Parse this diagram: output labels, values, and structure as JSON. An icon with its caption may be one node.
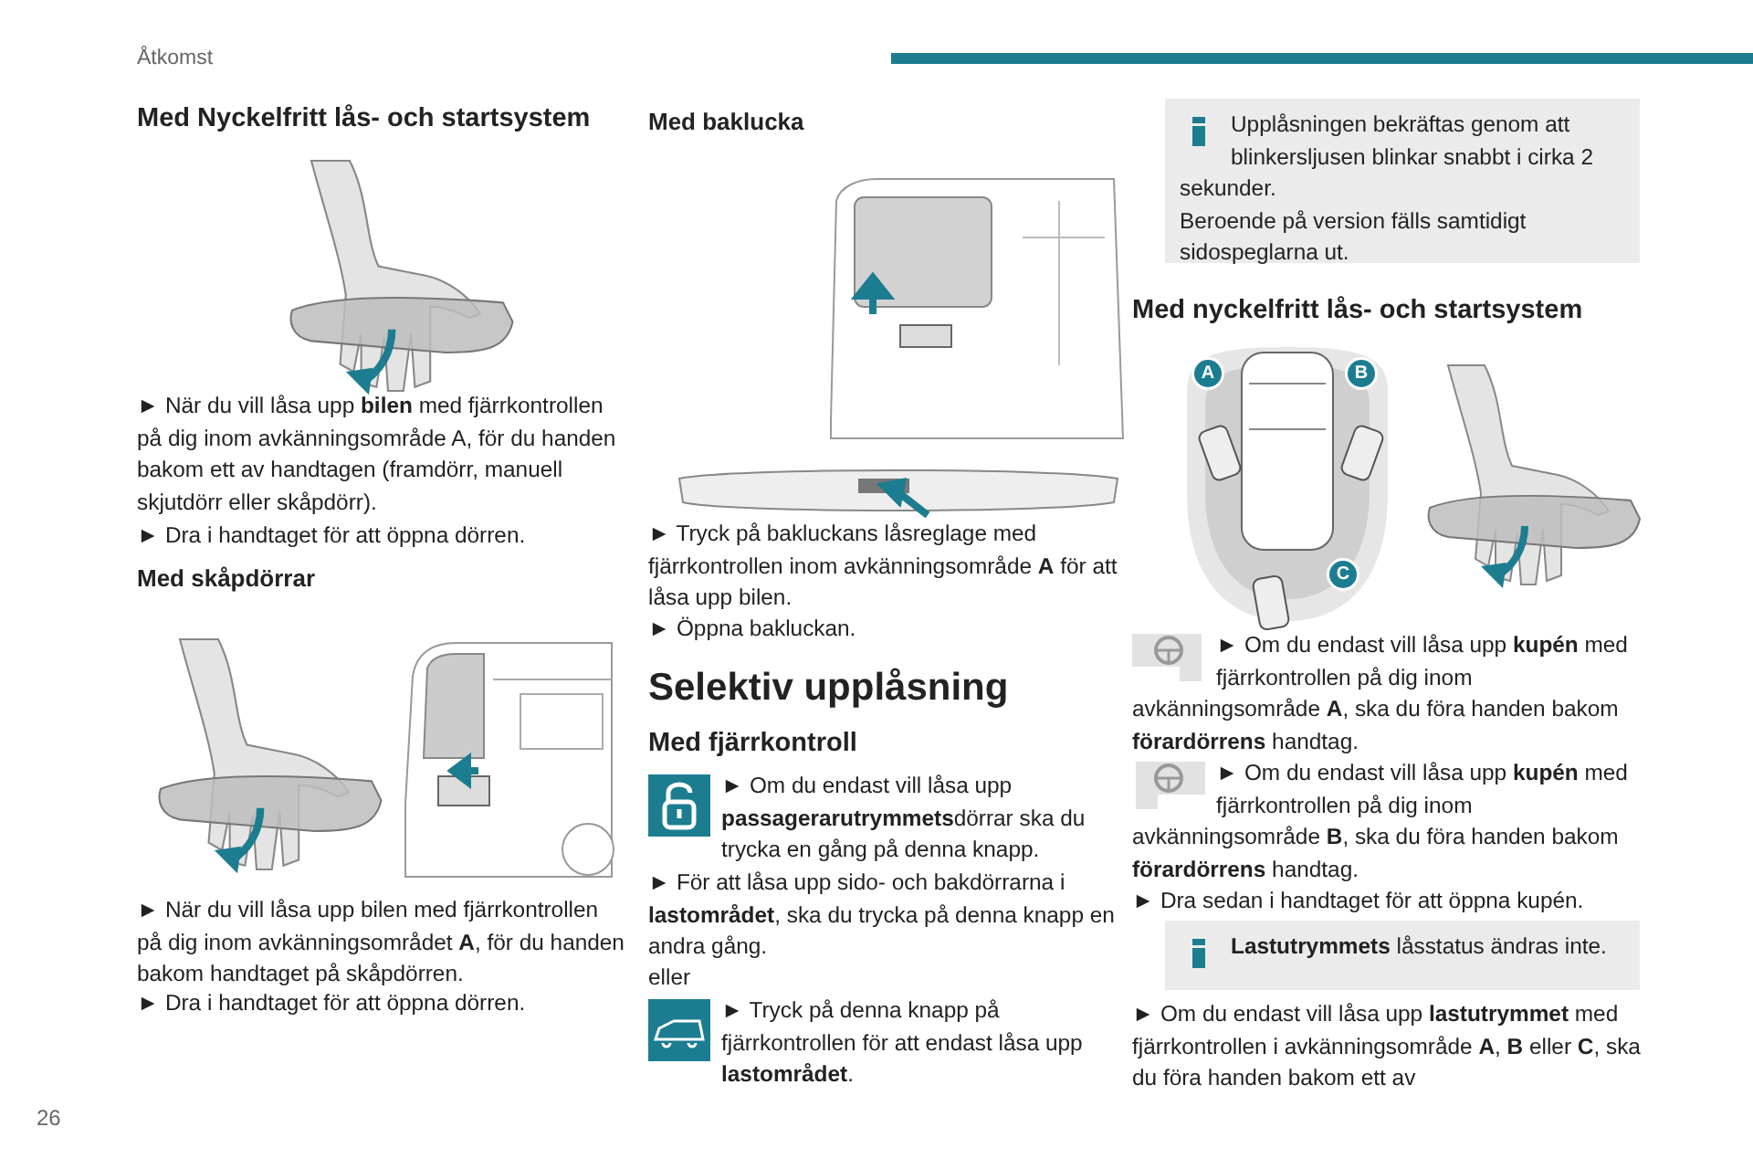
{
  "diagram": {
    "nodes": [
      {
        "text": [
          "Upplåsningen bekräftas genom att blinkersljusen blinkar snabbt i cirka 2 sekunder.",
          "Beroende på version fälls samtidigt sidospeglarna ut."
        ]
      },
      {
        "text": [
          "**Lastutrymmets** låsstatus ändras inte."
        ]
      }
    ],
    "labels": [
      "Åtkomst",
      "Med Nyckelfritt lås- och startsystem",
      "► När du vill låsa upp **bilen** med fjärrkontrollen på dig inom avkänningsområde A, för du handen bakom ett av handtagen (framdörr, manuell skjutdörr eller skåpdörr).",
      "► Dra i handtaget för att öppna dörren.",
      "Med skåpdörrar",
      "► När du vill låsa upp bilen med fjärrkontrollen på dig inom avkänningsområdet **A**, för du handen bakom handtaget på skåpdörren.",
      "► Dra i handtaget för att öppna dörren.",
      "Med baklucka",
      "► Tryck på bakluckans låsreglage med fjärrkontrollen inom avkänningsområde **A** för att låsa upp bilen.",
      "► Öppna bakluckan.",
      "Selektiv upplåsning",
      "Med fjärrkontroll",
      "► Om du endast vill låsa upp **passagerarutrymmets**dörrar ska du trycka en gång på denna knapp.",
      "► För att låsa upp sido- och bakdörrarna i **lastområdet**, ska du trycka på denna knapp en andra gång.",
      "eller",
      "► Tryck på denna knapp på fjärrkontrollen för att endast låsa upp **lastområdet**.",
      "Med nyckelfritt lås- och startsystem",
      "A",
      "B",
      "C",
      "► Om du endast vill låsa upp **kupén** med fjärrkontrollen på dig inom avkänningsområde **A**, ska du föra handen bakom **förardörrens** handtag.",
      "► Om du endast vill låsa upp **kupén** med fjärrkontrollen på dig inom avkänningsområde **B**, ska du föra handen bakom **förardörrens** handtag.",
      "► Dra sedan i handtaget för att öppna kupén.",
      "► Om du endast vill låsa upp **lastutrymmet** med fjärrkontrollen i avkänningsområde **A**, **B** eller **C**, ska du föra handen bakom ett av",
      "26"
    ]
  }
}
